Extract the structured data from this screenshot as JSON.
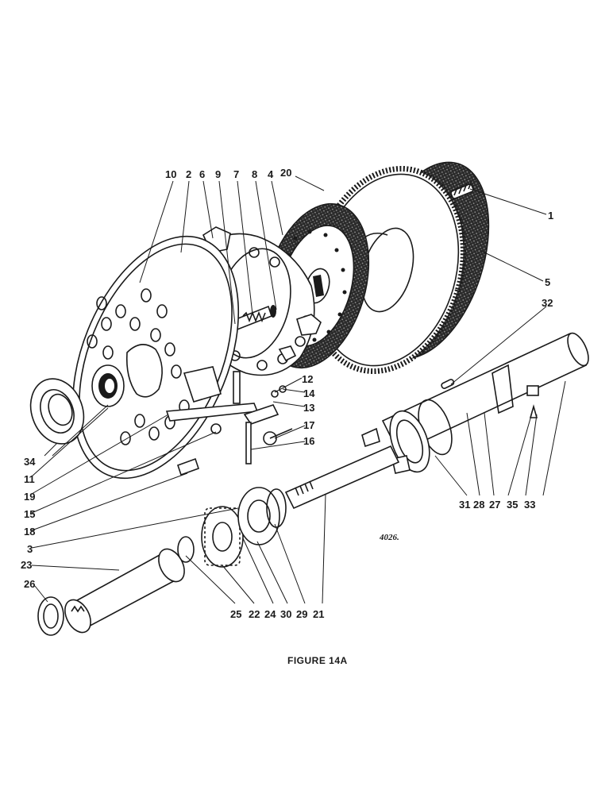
{
  "figure": {
    "caption": "FIGURE 14A",
    "reference": "4026.",
    "labels": [
      {
        "id": "p10",
        "text": "10"
      },
      {
        "id": "p2",
        "text": "2"
      },
      {
        "id": "p6",
        "text": "6"
      },
      {
        "id": "p9",
        "text": "9"
      },
      {
        "id": "p7",
        "text": "7"
      },
      {
        "id": "p8",
        "text": "8"
      },
      {
        "id": "p4",
        "text": "4"
      },
      {
        "id": "p20",
        "text": "20"
      },
      {
        "id": "p1",
        "text": "1"
      },
      {
        "id": "p5",
        "text": "5"
      },
      {
        "id": "p32",
        "text": "32"
      },
      {
        "id": "p12",
        "text": "12"
      },
      {
        "id": "p14",
        "text": "14"
      },
      {
        "id": "p13",
        "text": "13"
      },
      {
        "id": "p17",
        "text": "17"
      },
      {
        "id": "p16",
        "text": "16"
      },
      {
        "id": "p34",
        "text": "34"
      },
      {
        "id": "p11",
        "text": "11"
      },
      {
        "id": "p19",
        "text": "19"
      },
      {
        "id": "p15",
        "text": "15"
      },
      {
        "id": "p18",
        "text": "18"
      },
      {
        "id": "p3",
        "text": "3"
      },
      {
        "id": "p23",
        "text": "23"
      },
      {
        "id": "p26",
        "text": "26"
      },
      {
        "id": "p25",
        "text": "25"
      },
      {
        "id": "p22",
        "text": "22"
      },
      {
        "id": "p24",
        "text": "24"
      },
      {
        "id": "p30",
        "text": "30"
      },
      {
        "id": "p29",
        "text": "29"
      },
      {
        "id": "p21",
        "text": "21"
      },
      {
        "id": "p31",
        "text": "31"
      },
      {
        "id": "p28",
        "text": "28"
      },
      {
        "id": "p27",
        "text": "27"
      },
      {
        "id": "p35",
        "text": "35"
      },
      {
        "id": "p33",
        "text": "33"
      }
    ]
  }
}
